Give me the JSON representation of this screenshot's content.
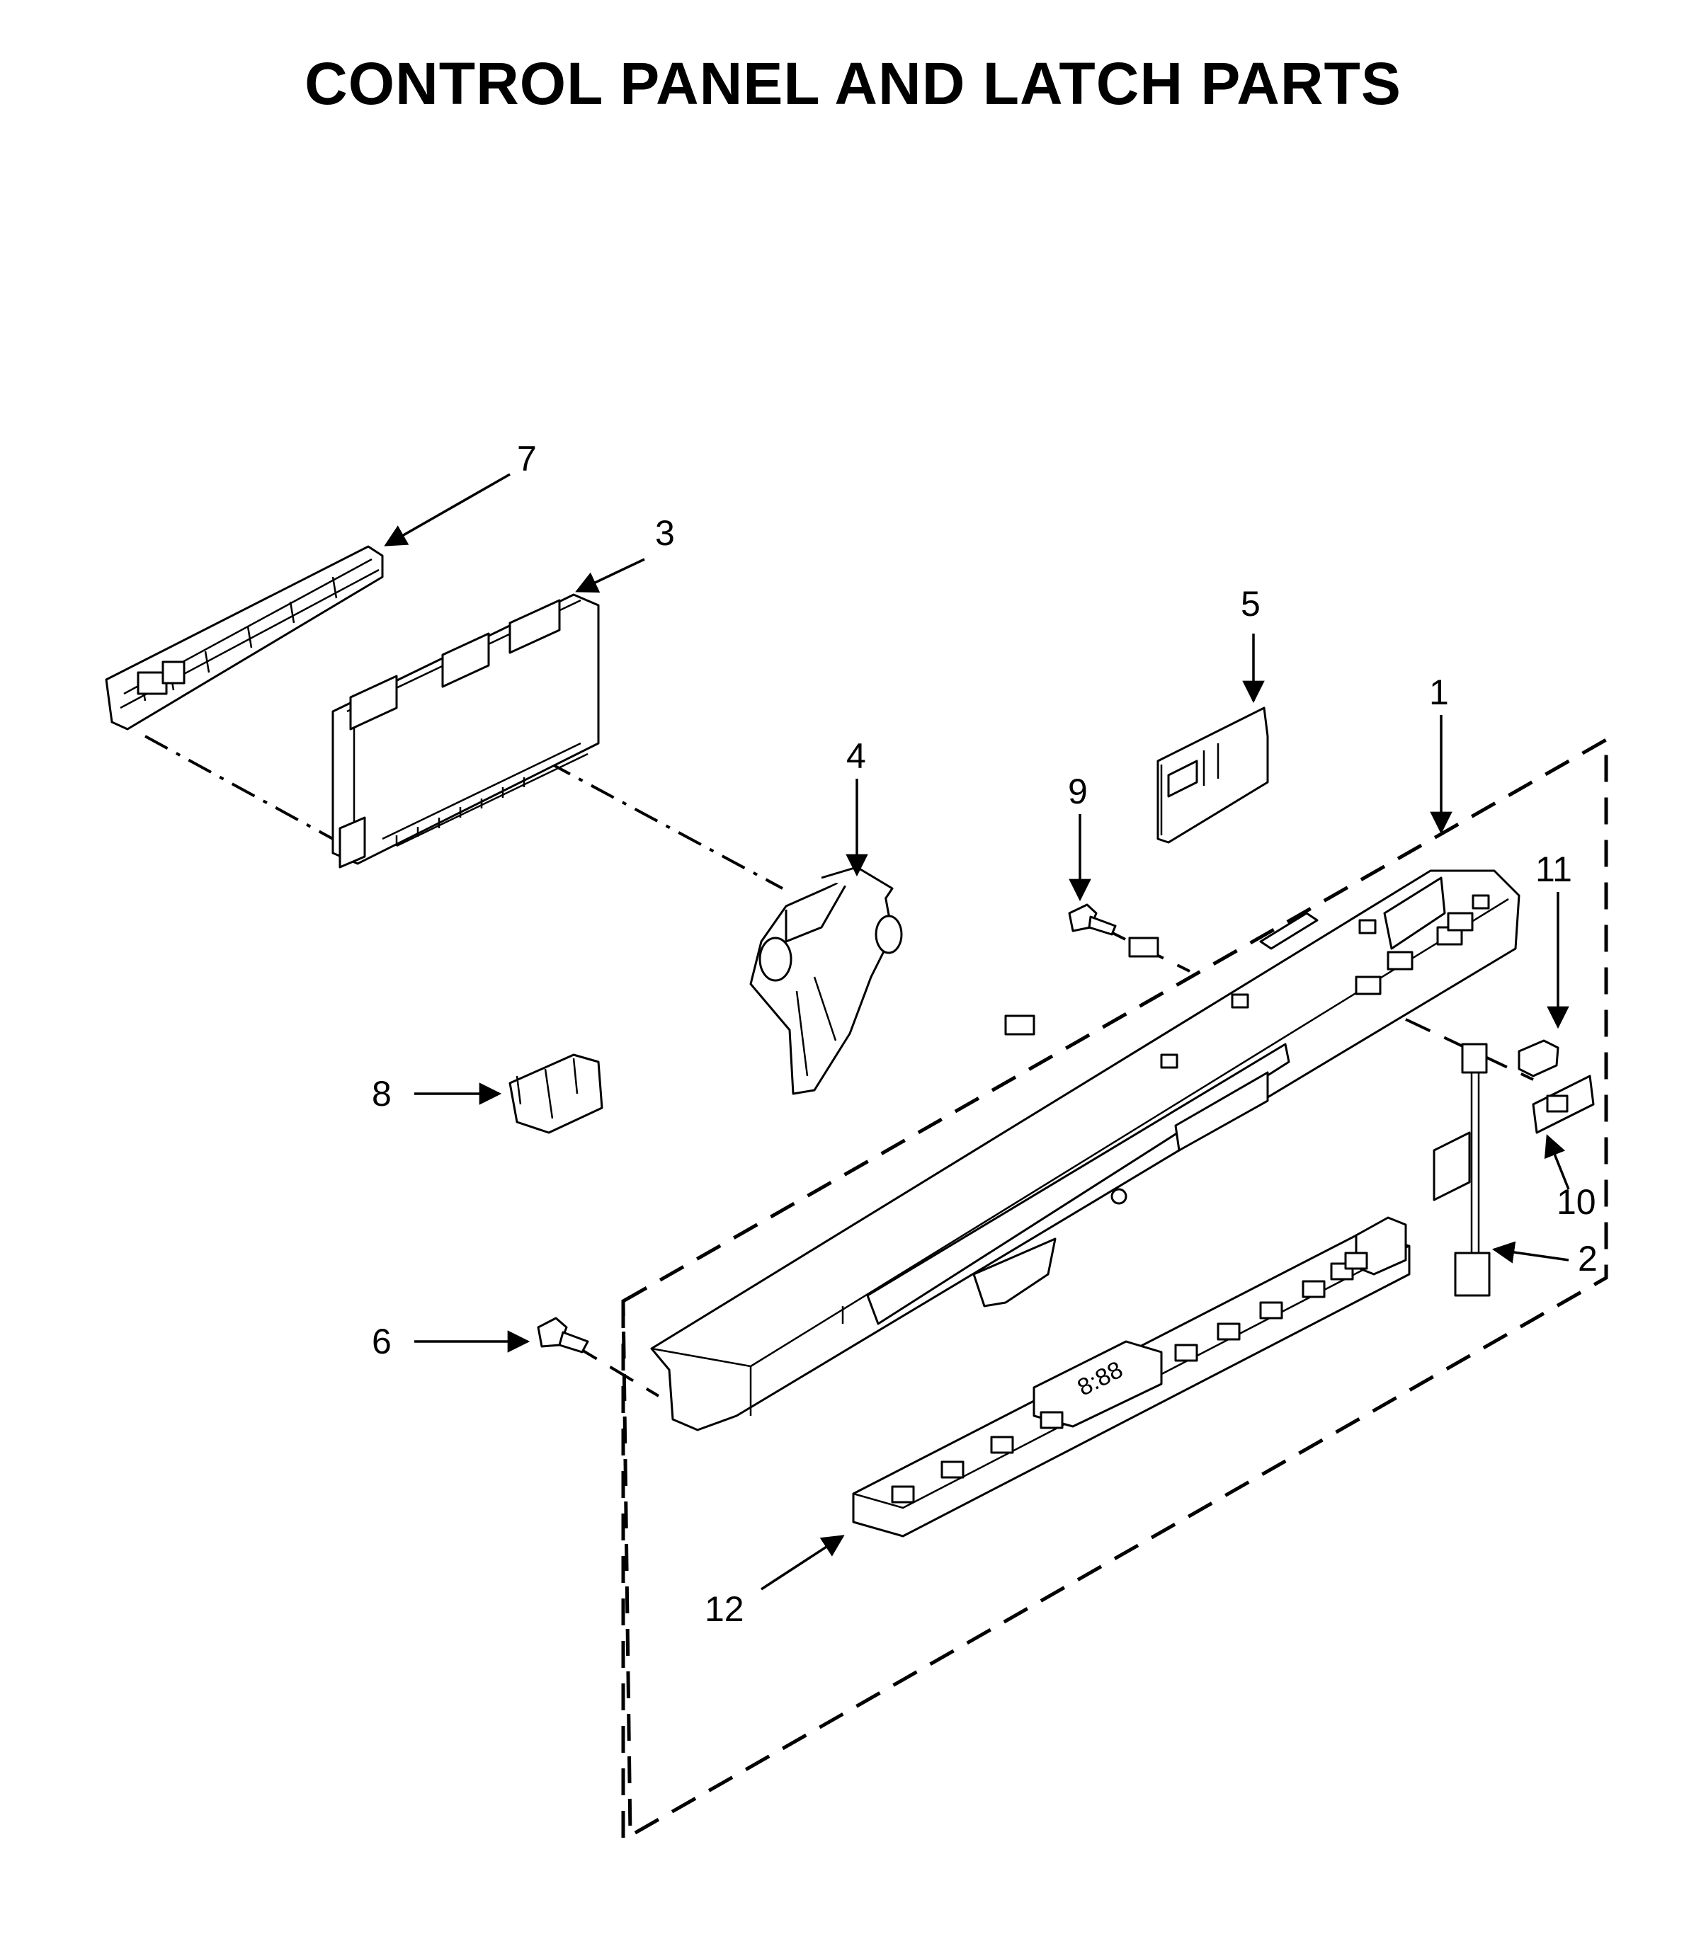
{
  "title": "CONTROL PANEL AND LATCH PARTS",
  "callouts": [
    "1",
    "2",
    "3",
    "4",
    "5",
    "6",
    "7",
    "8",
    "9",
    "10",
    "11",
    "12"
  ],
  "display_text": "8:88"
}
